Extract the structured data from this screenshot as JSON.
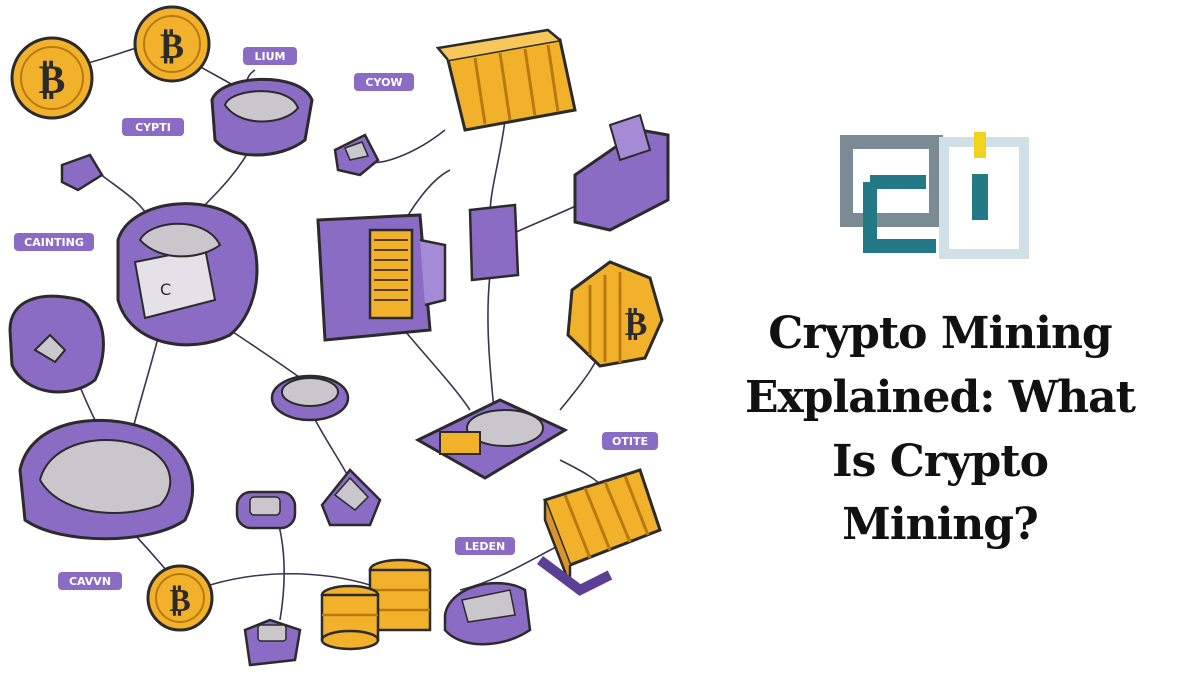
{
  "illustration": {
    "labels": {
      "lium": "LIUM",
      "cyow": "CYOW",
      "cypti": "CYPTI",
      "caining": "CAINTING",
      "cavvn": "CAVVN",
      "ledeni": "LEDEN",
      "otite": "OTITE"
    },
    "coin_symbol": "₿",
    "box_letter": "C"
  },
  "logo": {
    "text": "EI",
    "colors": {
      "grey": "#7b8b93",
      "teal": "#237a86",
      "light": "#cfe0e6",
      "yellow": "#f2d31b"
    }
  },
  "headline": {
    "line1": "Crypto Mining",
    "line2": "Explained: What",
    "line3": "Is Crypto",
    "line4": "Mining?"
  },
  "colors": {
    "purple": "#8a6cc4",
    "purple_dark": "#5b3f94",
    "gold": "#f2b12b",
    "gold_dark": "#b87a10",
    "rock": "#c9c6cc"
  }
}
